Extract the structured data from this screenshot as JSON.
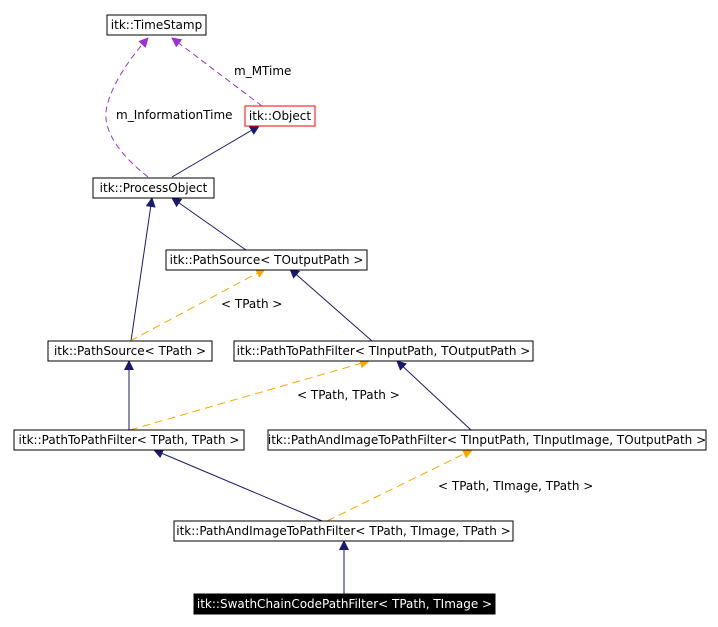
{
  "colors": {
    "inheritance": "#191970",
    "template": "#FFA500",
    "usage": "#9A32CD",
    "border": "#000000",
    "highlight_border": "#FF0000",
    "current_fill": "#000000",
    "current_text": "#FFFFFF"
  },
  "nodes": {
    "timestamp": "itk::TimeStamp",
    "object": "itk::Object",
    "processobject": "itk::ProcessObject",
    "pathsource_out": "itk::PathSource< TOutputPath >",
    "pathsource_t": "itk::PathSource< TPath >",
    "p2p_inout": "itk::PathToPathFilter< TInputPath, TOutputPath >",
    "p2p_tt": "itk::PathToPathFilter< TPath, TPath >",
    "pai_full": "itk::PathAndImageToPathFilter< TInputPath, TInputImage, TOutputPath >",
    "pai_t": "itk::PathAndImageToPathFilter< TPath, TImage, TPath >",
    "swath": "itk::SwathChainCodePathFilter< TPath, TImage >"
  },
  "edge_labels": {
    "m_mtime": "m_MTime",
    "m_information_time": "m_InformationTime",
    "tpath": "< TPath >",
    "tpath_tpath": "< TPath, TPath >",
    "tpath_timage_tpath": "< TPath, TImage, TPath >"
  }
}
